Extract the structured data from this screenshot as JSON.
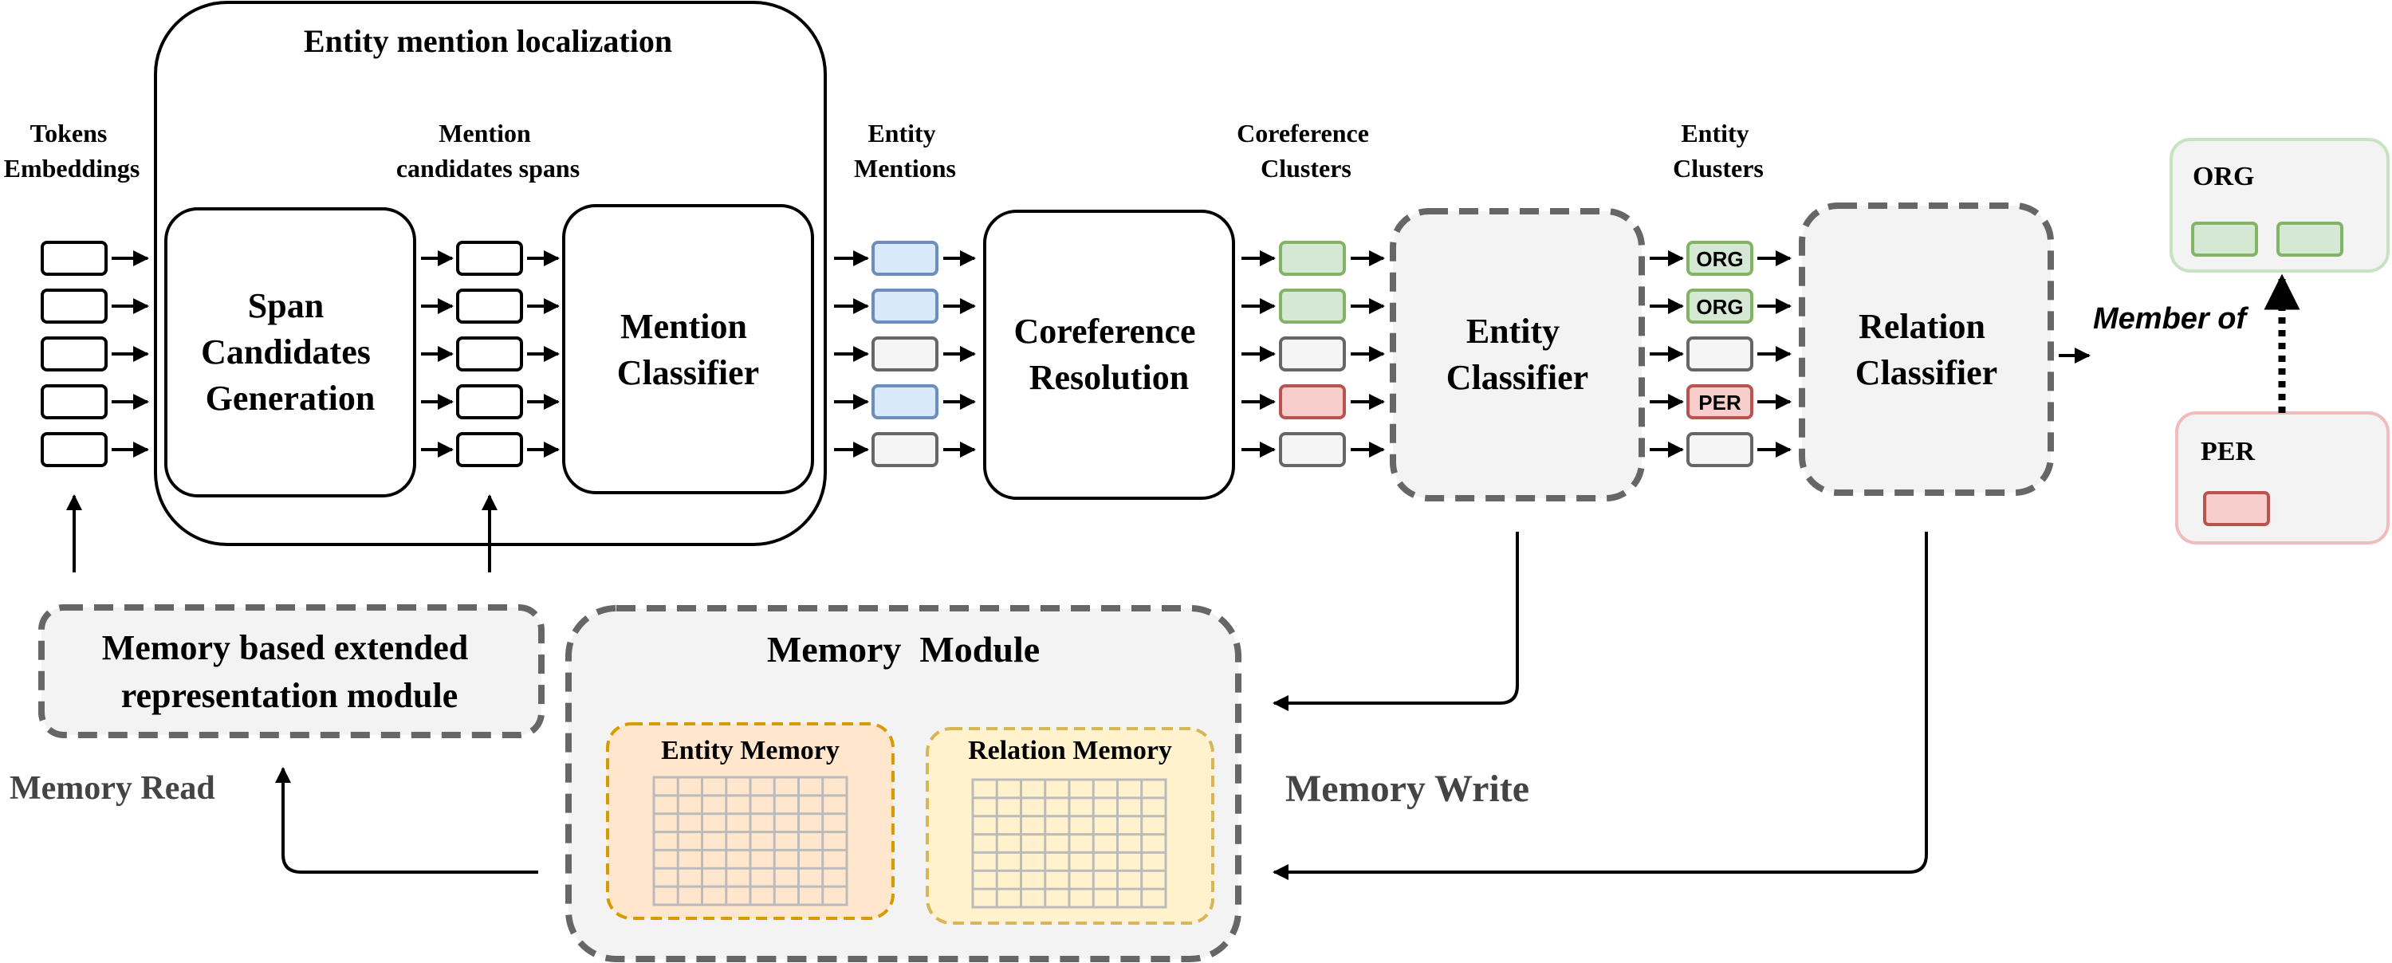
{
  "colors": {
    "black": "#000000",
    "dashed_gray": "#666666",
    "module_fill": "#f3f3f3",
    "blue_fill": "#dae8fc",
    "blue_stroke": "#6c8ebf",
    "green_fill": "#d5e8d4",
    "green_stroke": "#82b366",
    "red_fill": "#f8cecc",
    "red_stroke": "#b85450",
    "gray_fill": "#f5f5f5",
    "gray_stroke": "#666666",
    "orange_fill": "#ffe6cc",
    "orange_stroke": "#d79b00",
    "yellow_fill": "#fff2cc",
    "yellow_stroke": "#d6b656",
    "grid_stroke": "#bbbbbb"
  },
  "localization": {
    "title": "Entity mention localization"
  },
  "column_labels": {
    "tokens": [
      "Tokens",
      "Embeddings"
    ],
    "mention_spans": [
      "Mention",
      "candidates spans"
    ],
    "entity_mentions": [
      "Entity",
      "Mentions"
    ],
    "coref_clusters": [
      "Coreference",
      "Clusters"
    ],
    "entity_clusters": [
      "Entity",
      "Clusters"
    ]
  },
  "blocks": {
    "span_generation": [
      "Span",
      "Candidates",
      "Generation"
    ],
    "mention_classifier": [
      "Mention",
      "Classifier"
    ],
    "coreference_resolution": [
      "Coreference",
      "Resolution"
    ],
    "entity_classifier": [
      "Entity",
      "Classifier"
    ],
    "relation_classifier": [
      "Relation",
      "Classifier"
    ]
  },
  "cluster_tags": [
    "ORG",
    "ORG",
    "",
    "PER",
    ""
  ],
  "memory": {
    "extended_module": [
      "Memory based extended",
      "representation module"
    ],
    "module_title": "Memory  Module",
    "entity_memory": "Entity Memory",
    "relation_memory": "Relation Memory",
    "read_label": "Memory Read",
    "write_label": "Memory Write"
  },
  "relation_example": {
    "org_label": "ORG",
    "per_label": "PER",
    "relation_label": "Member of"
  }
}
